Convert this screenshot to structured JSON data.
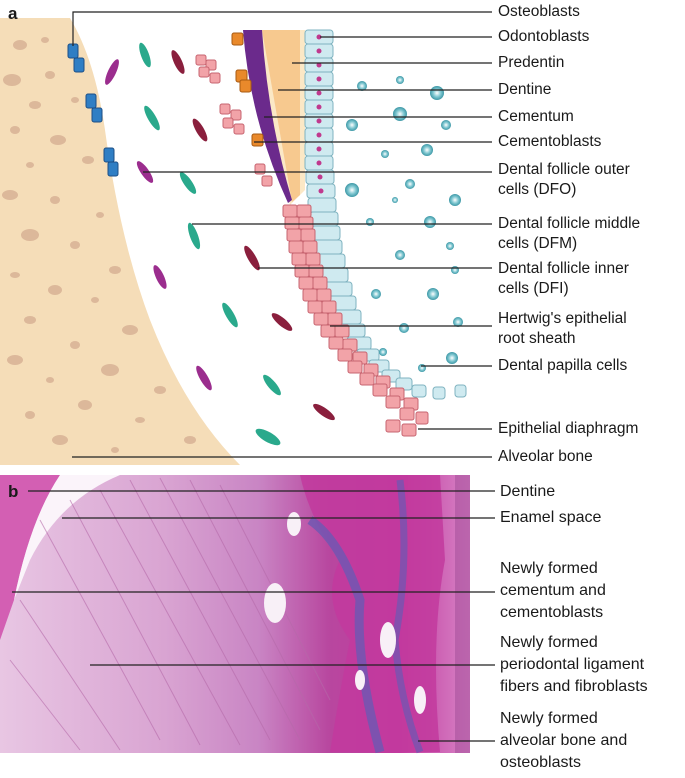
{
  "panel_a": {
    "letter": "a",
    "labels": [
      "Osteoblasts",
      "Odontoblasts",
      "Predentin",
      "Dentine",
      "Cementum",
      "Cementoblasts",
      "Dental follicle outer\ncells (DFO)",
      "Dental follicle middle\ncells (DFM)",
      "Dental follicle inner\ncells (DFI)",
      "Hertwig's epithelial\nroot sheath",
      "Dental papilla cells",
      "Epithelial diaphragm",
      "Alveolar bone"
    ]
  },
  "panel_b": {
    "letter": "b",
    "labels": [
      "Dentine",
      "Enamel space",
      "Newly formed\ncementum and\ncementoblasts",
      "Newly formed\nperiodontal ligament\nfibers and fibroblasts",
      "Newly formed\nalveolar bone and\nosteoblasts"
    ]
  },
  "colors": {
    "bone": "#f5ddb8",
    "bone_pores": "#d9b596",
    "cementum": "#6b2a8c",
    "predentin": "#fbe8c6",
    "dentine": "#f7c98f",
    "odontoblast": "#cfeaf0",
    "hers_cell": "#f2a3a8",
    "papilla_cell": "#5fb6c3",
    "osteoblast": "#2f7ec4",
    "cementoblast": "#e9892b",
    "histology_pink": "#d990c8",
    "histology_purple": "#b43fa6",
    "histology_blue": "#6b59b3"
  }
}
